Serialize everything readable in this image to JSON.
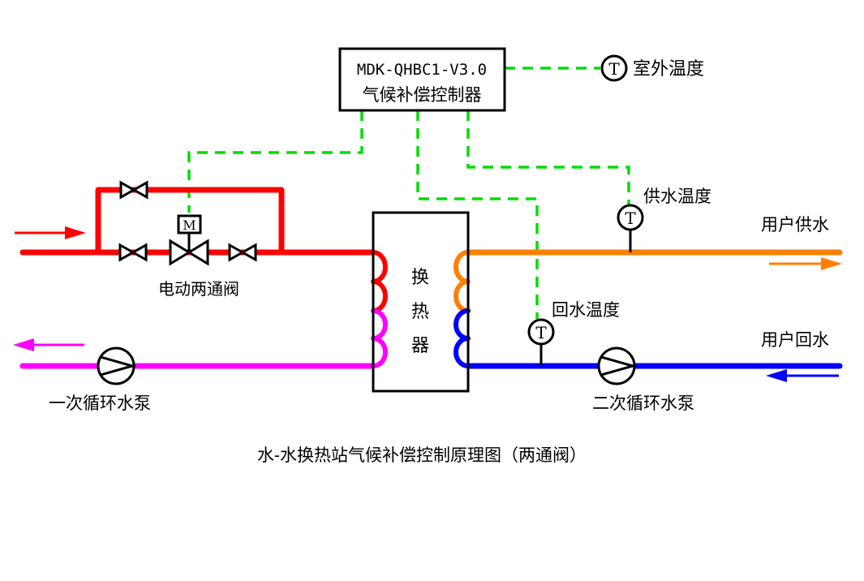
{
  "controller": {
    "model": "MDK-QHBC1-V3.0",
    "name": "气候补偿控制器"
  },
  "sensors": {
    "symbol": "T",
    "outdoor_label": "室外温度",
    "supply_label": "供水温度",
    "return_label": "回水温度"
  },
  "valve": {
    "symbol": "M",
    "label": "电动两通阀"
  },
  "exchanger": {
    "char1": "换",
    "char2": "热",
    "char3": "器"
  },
  "pumps": {
    "primary_label": "一次循环水泵",
    "secondary_label": "二次循环水泵"
  },
  "user_lines": {
    "supply_label": "用户供水",
    "return_label": "用户回水"
  },
  "caption": "水-水换热站气候补偿控制原理图（两通阀）",
  "colors": {
    "primary_supply": "#ff0000",
    "primary_return": "#ff00ff",
    "secondary_supply": "#ff8000",
    "secondary_return": "#0000ff",
    "signal": "#00dd00"
  }
}
